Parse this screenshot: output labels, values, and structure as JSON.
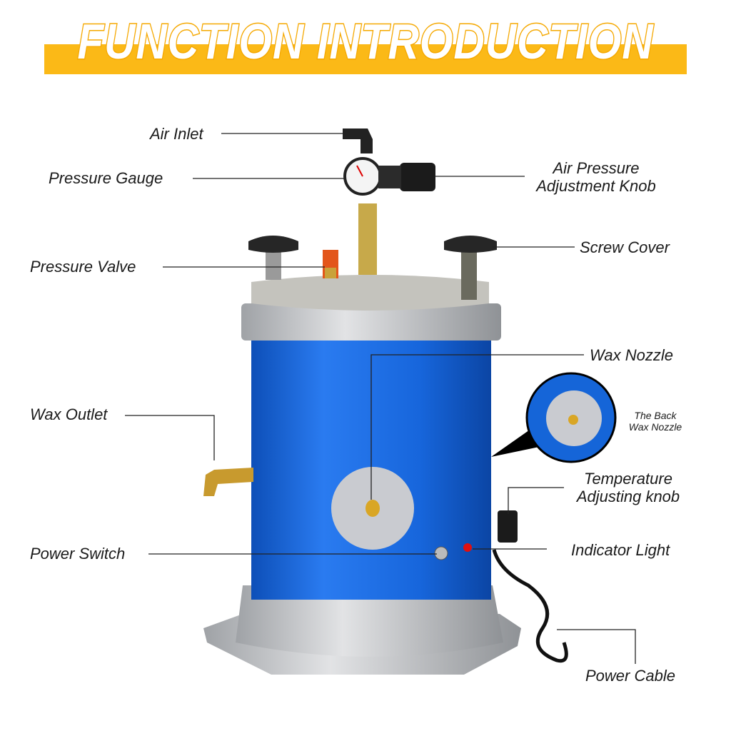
{
  "header": {
    "title": "FUNCTION INTRODUCTION"
  },
  "labels": {
    "air_inlet": "Air Inlet",
    "pressure_gauge": "Pressure Gauge",
    "air_pressure_knob_line1": "Air Pressure",
    "air_pressure_knob_line2": "Adjustment Knob",
    "screw_cover": "Screw Cover",
    "pressure_valve": "Pressure Valve",
    "wax_nozzle": "Wax Nozzle",
    "wax_outlet": "Wax Outlet",
    "temperature_knob_line1": "Temperature",
    "temperature_knob_line2": "Adjusting knob",
    "indicator_light": "Indicator Light",
    "power_switch": "Power Switch",
    "power_cable": "Power Cable",
    "back_nozzle_line1": "The Back",
    "back_nozzle_line2": "Wax Nozzle"
  },
  "colors": {
    "banner": "#fbb917",
    "body_blue": "#1565d8",
    "metal": "#c9cbcf"
  }
}
